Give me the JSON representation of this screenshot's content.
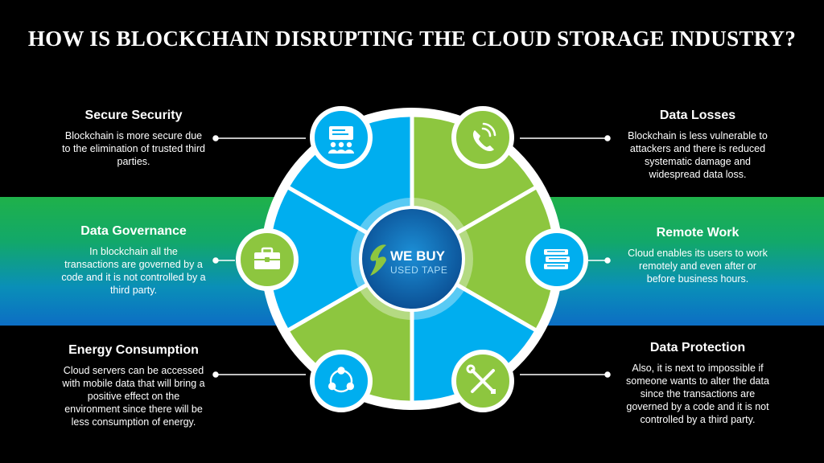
{
  "title": "HOW IS BLOCKCHAIN DISRUPTING THE CLOUD STORAGE INDUSTRY?",
  "logo": {
    "line1": "WE BUY",
    "line2": "USED TAPE"
  },
  "colors": {
    "green": "#8dc63f",
    "blue": "#00aeef",
    "band_top": "#1fb14a",
    "band_bottom": "#0c6ec4",
    "hub": "#0b5ea8"
  },
  "items": [
    {
      "title": "Secure Security",
      "text": "Blockchain is more secure due to the elimination of trusted third parties.",
      "icon": "presentation-audience-icon"
    },
    {
      "title": "Data Losses",
      "text": "Blockchain is less vulnerable to attackers and there is reduced systematic damage and widespread data loss.",
      "icon": "phone-ringing-icon"
    },
    {
      "title": "Data Governance",
      "text": "In blockchain all the transactions are governed by a code and it is not controlled by a third party.",
      "icon": "briefcase-icon"
    },
    {
      "title": "Remote Work",
      "text": "Cloud enables its users to work remotely and even after or before business hours.",
      "icon": "book-stack-icon"
    },
    {
      "title": "Energy Consumption",
      "text": "Cloud servers can be accessed with mobile data that will bring a positive effect on the environment since there will be less consumption of energy.",
      "icon": "cycle-network-icon"
    },
    {
      "title": "Data Protection",
      "text": "Also, it is next to impossible if someone wants to alter the data since the transactions are governed by a code and it is not controlled by a third party.",
      "icon": "tools-icon"
    }
  ]
}
